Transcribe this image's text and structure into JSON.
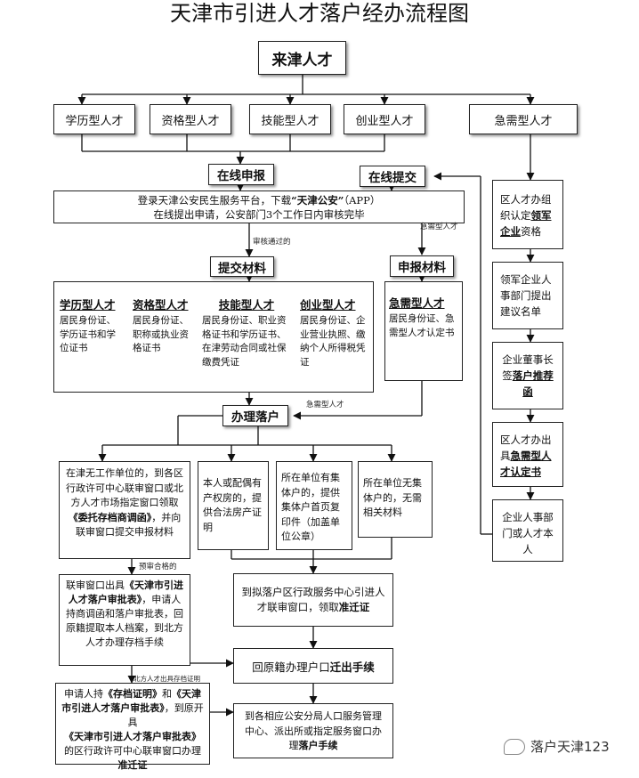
{
  "title": "天津市引进人才落户经办流程图",
  "top_node": "来津人才",
  "talent_types": [
    "学历型人才",
    "资格型人才",
    "技能型人才",
    "创业型人才",
    "急需型人才"
  ],
  "online_apply": "在线申报",
  "online_submit": "在线提交",
  "login_text": {
    "l1_a": "登录天津公安民生服务平台，下载",
    "l1_b": "“天津公安”",
    "l1_c": "（APP）",
    "l2": "在线提出申请，公安部门3个工作日内审核完毕"
  },
  "urgent_label_1": "急需型人才",
  "reviewed_label": "审核通过的",
  "submit_materials": "提交材料",
  "apply_materials": "申报材料",
  "materials": [
    {
      "name": "学历型人才",
      "desc": "居民身份证、学历证书和学位证书"
    },
    {
      "name": "资格型人才",
      "desc": "居民身份证、职称或执业资格证书"
    },
    {
      "name": "技能型人才",
      "desc": "居民身份证、职业资格证书和学历证书、在津劳动合同或社保缴费凭证"
    },
    {
      "name": "创业型人才",
      "desc": "居民身份证、企业营业执照、缴纳个人所得税凭证"
    }
  ],
  "urgent_material": {
    "name": "急需型人才",
    "desc": "居民身份证、急需型人才认定书"
  },
  "handle_settle": "办理落户",
  "urgent_label_2": "急需型人才",
  "branches": {
    "b1": {
      "a": "在津无工作单位的，到各区行政许可中心联审窗口或北方人才市场指定窗口领取",
      "b": "《委托存档商调函》",
      "c": "，并向联审窗口提交申报材料"
    },
    "b2": "本人或配偶有产权房的，提供合法房产证明",
    "b3": "所在单位有集体户的，提供集体户首页复印件（加盖单位公章）",
    "b4": "所在单位无集体户的，无需相关材料"
  },
  "pre_review_label": "预审合格的",
  "joint_window": {
    "a": "联审窗口出具",
    "b": "《天津市引进人才落户审批表》",
    "c": "，申请人持商调函和落户审批表，回原籍提取本人档案，到北方人才办理存档手续"
  },
  "archive_label": "北方人才出具存档证明",
  "apply_hold": {
    "a": "申请人持",
    "b": "《存档证明》",
    "c": "和",
    "d": "《天津市引进人才落户审批表》",
    "e": "，到原开具",
    "f": "《天津市引进人才落户审批表》",
    "g": "的区行政许可中心联审窗口办理",
    "h": "准迁证"
  },
  "go_center": {
    "a": "到拟落户区行政服务中心引进人才联审窗口，领取",
    "b": "准迁证"
  },
  "return_origin": {
    "a": "回原籍办理户口",
    "b": "迁出手续"
  },
  "final_step": {
    "a": "到各相应公安分局人口服务管理中心、派出所或指定服务窗口办理",
    "b": "落户手续"
  },
  "right_chain": {
    "s1": {
      "a": "区人才办组织认定",
      "b": "领军企业",
      "c": "资格"
    },
    "s2": "领军企业人事部门提出建议名单",
    "s3": {
      "a": "企业董事长签",
      "b": "落户推荐函"
    },
    "s4": {
      "a": "区人才办出具",
      "b": "急需型人才认定书"
    },
    "s5": "企业人事部门或人才本人"
  },
  "watermark": "落户天津123"
}
